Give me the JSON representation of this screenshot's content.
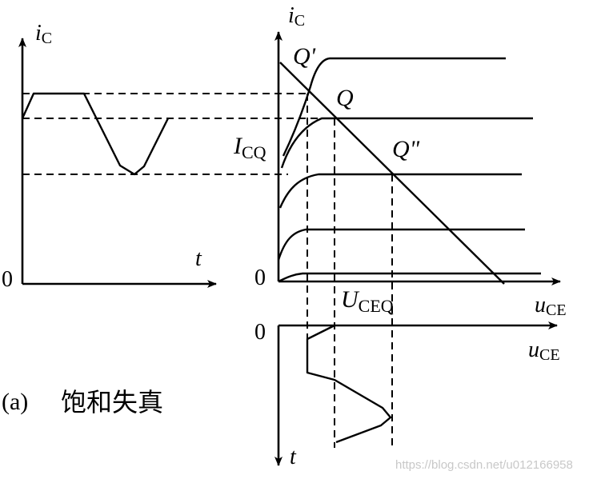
{
  "left_graph": {
    "y_label_main": "i",
    "y_label_sub": "C",
    "x_label": "t",
    "origin": "0"
  },
  "right_graph": {
    "y_label_main": "i",
    "y_label_sub": "C",
    "x_label_main": "u",
    "x_label_sub": "CE",
    "origin": "0",
    "point_q_prime": "Q'",
    "point_q": "Q",
    "point_q_double_prime": "Q\"",
    "icq_main": "I",
    "icq_sub": "CQ",
    "uceq_main": "U",
    "uceq_sub": "CEQ"
  },
  "bottom_graph": {
    "origin": "0",
    "x_label_main": "u",
    "x_label_sub": "CE",
    "y_label": "t"
  },
  "caption": {
    "label": "(a)",
    "text": "饱和失真"
  },
  "watermark": "https://blog.csdn.net/u012166958"
}
